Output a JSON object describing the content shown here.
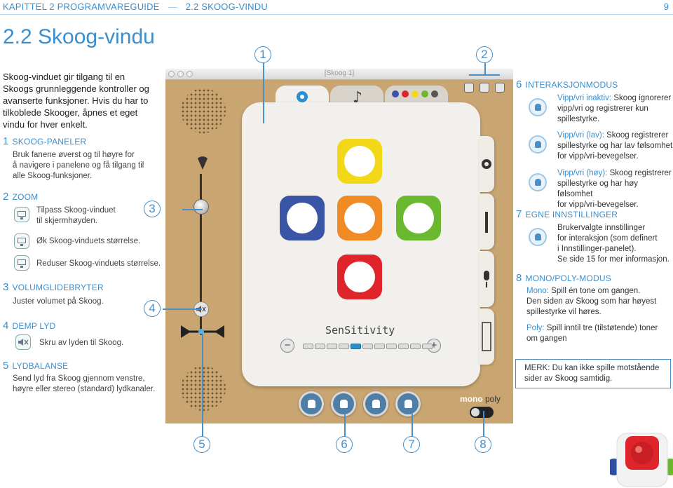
{
  "header": {
    "chapter": "KAPITTEL 2 PROGRAMVAREGUIDE",
    "section": "2.2 SKOOG-VINDU",
    "page": "9"
  },
  "title": "2.2 Skoog-vindu",
  "intro": "Skoog-vinduet gir tilgang til en Skoogs grunnleggende kontroller og avanserte funksjoner. Hvis du har to tilkoblede Skooger, åpnes et eget vindu for hver enkelt.",
  "left_sections": [
    {
      "num": "1",
      "title": "SKOOG-PANELER",
      "text": [
        "Bruk fanene øverst og til høyre for",
        "å navigere i panelene og få tilgang til",
        "alle Skoog-funksjoner."
      ]
    },
    {
      "num": "2",
      "title": "ZOOM",
      "items": [
        "Tilpass Skoog-vinduet",
        "til skjermhøyden.",
        "Øk Skoog-vinduets størrelse.",
        "Reduser Skoog-vinduets størrelse."
      ]
    },
    {
      "num": "3",
      "title": "VOLUMGLIDEBRYTER",
      "text": [
        "Juster volumet på Skoog."
      ]
    },
    {
      "num": "4",
      "title": "DEMP LYD",
      "text": [
        "Skru av lyden til Skoog."
      ]
    },
    {
      "num": "5",
      "title": "LYDBALANSE",
      "text": [
        "Send lyd fra Skoog gjennom venstre,",
        "høyre eller stereo (standard) lydkanaler."
      ]
    }
  ],
  "window": {
    "title": "[Skoog 1]",
    "sensitivity_label": "SenSitivity",
    "minus": "−",
    "plus": "+",
    "mono_label": "mono",
    "poly_label": "poly",
    "sensitivity_level": 4,
    "sensitivity_segments": 11
  },
  "pads": {
    "yellow": "#f2d816",
    "blue": "#3b55a6",
    "orange": "#f08a24",
    "green": "#6ab82e",
    "red": "#e0242c"
  },
  "callouts": [
    "1",
    "2",
    "3",
    "4",
    "5",
    "6",
    "7",
    "8"
  ],
  "right_sections": [
    {
      "num": "6",
      "title": "INTERAKSJONMODUS"
    },
    {
      "num": "7",
      "title": "EGNE INNSTILLINGER"
    },
    {
      "num": "8",
      "title": "MONO/POLY-MODUS"
    }
  ],
  "modes": [
    {
      "key": "Vipp/vri inaktiv:",
      "lines": [
        "Skoog ignorerer",
        "vipp/vri og registrerer kun",
        "spillestyrke."
      ]
    },
    {
      "key": "Vipp/vri (lav):",
      "lines": [
        "Skoog registrerer",
        "spillestyrke og har lav følsomhet",
        "for vipp/vri-bevegelser."
      ]
    },
    {
      "key": "Vipp/vri (høy):",
      "lines": [
        "Skoog registrerer",
        "spillestyrke og har høy følsomhet",
        "for vipp/vri-bevegelser."
      ]
    }
  ],
  "custom": [
    "Brukervalgte innstillinger",
    "for interaksjon (som definert",
    "i Innstillinger-panelet).",
    "Se side 15 for mer informasjon."
  ],
  "mono": {
    "key": "Mono:",
    "lines": [
      "Spill én tone om gangen.",
      "Den siden av Skoog som har høyest",
      "spillestyrke vil høres."
    ]
  },
  "poly": {
    "key": "Poly:",
    "lines": [
      "Spill inntil tre (tilstøtende) toner",
      "om gangen"
    ]
  },
  "note": "MERK: Du kan ikke spille motstående sider av Skoog samtidig.",
  "colors": {
    "accent": "#3a8fcf",
    "window_bg": "#c9a572"
  }
}
